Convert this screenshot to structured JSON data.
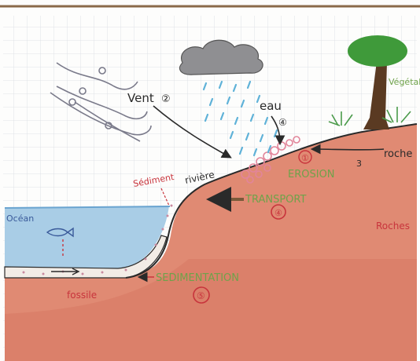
{
  "labels": {
    "vent": "Vent",
    "vent_marker": "②",
    "eau": "eau",
    "eau_marker": "④",
    "vegetation": "Végétal",
    "roche": "roche",
    "roche_marker": "3",
    "erosion": "EROSION",
    "erosion_marker": "①",
    "riviere": "rivière",
    "sediment": "Sédiment",
    "transport": "TRANSPORT",
    "transport_marker": "④",
    "ocean": "Océan",
    "roches": "Roches",
    "fossile": "fossile",
    "sedimentation": "SEDIMENTATION",
    "sedimentation_marker": "⑤"
  },
  "colors": {
    "paper": "#fdfdfc",
    "grid": "#d7dbe3",
    "top_border": "#8a6a4a",
    "rock": "#e08a73",
    "rock_dark": "#d16e5a",
    "sea": "#a9cde6",
    "sea_line": "#6aa4d0",
    "cloud": "#8f8f92",
    "rain": "#5fb2d8",
    "tree_crown": "#3f9a3a",
    "tree_trunk": "#5a3a22",
    "grass": "#4a9a4a",
    "pebble": "#e2859a",
    "green_text": "#6fa24a",
    "red_mark": "#c8343c",
    "ink": "#2a2a2a"
  }
}
